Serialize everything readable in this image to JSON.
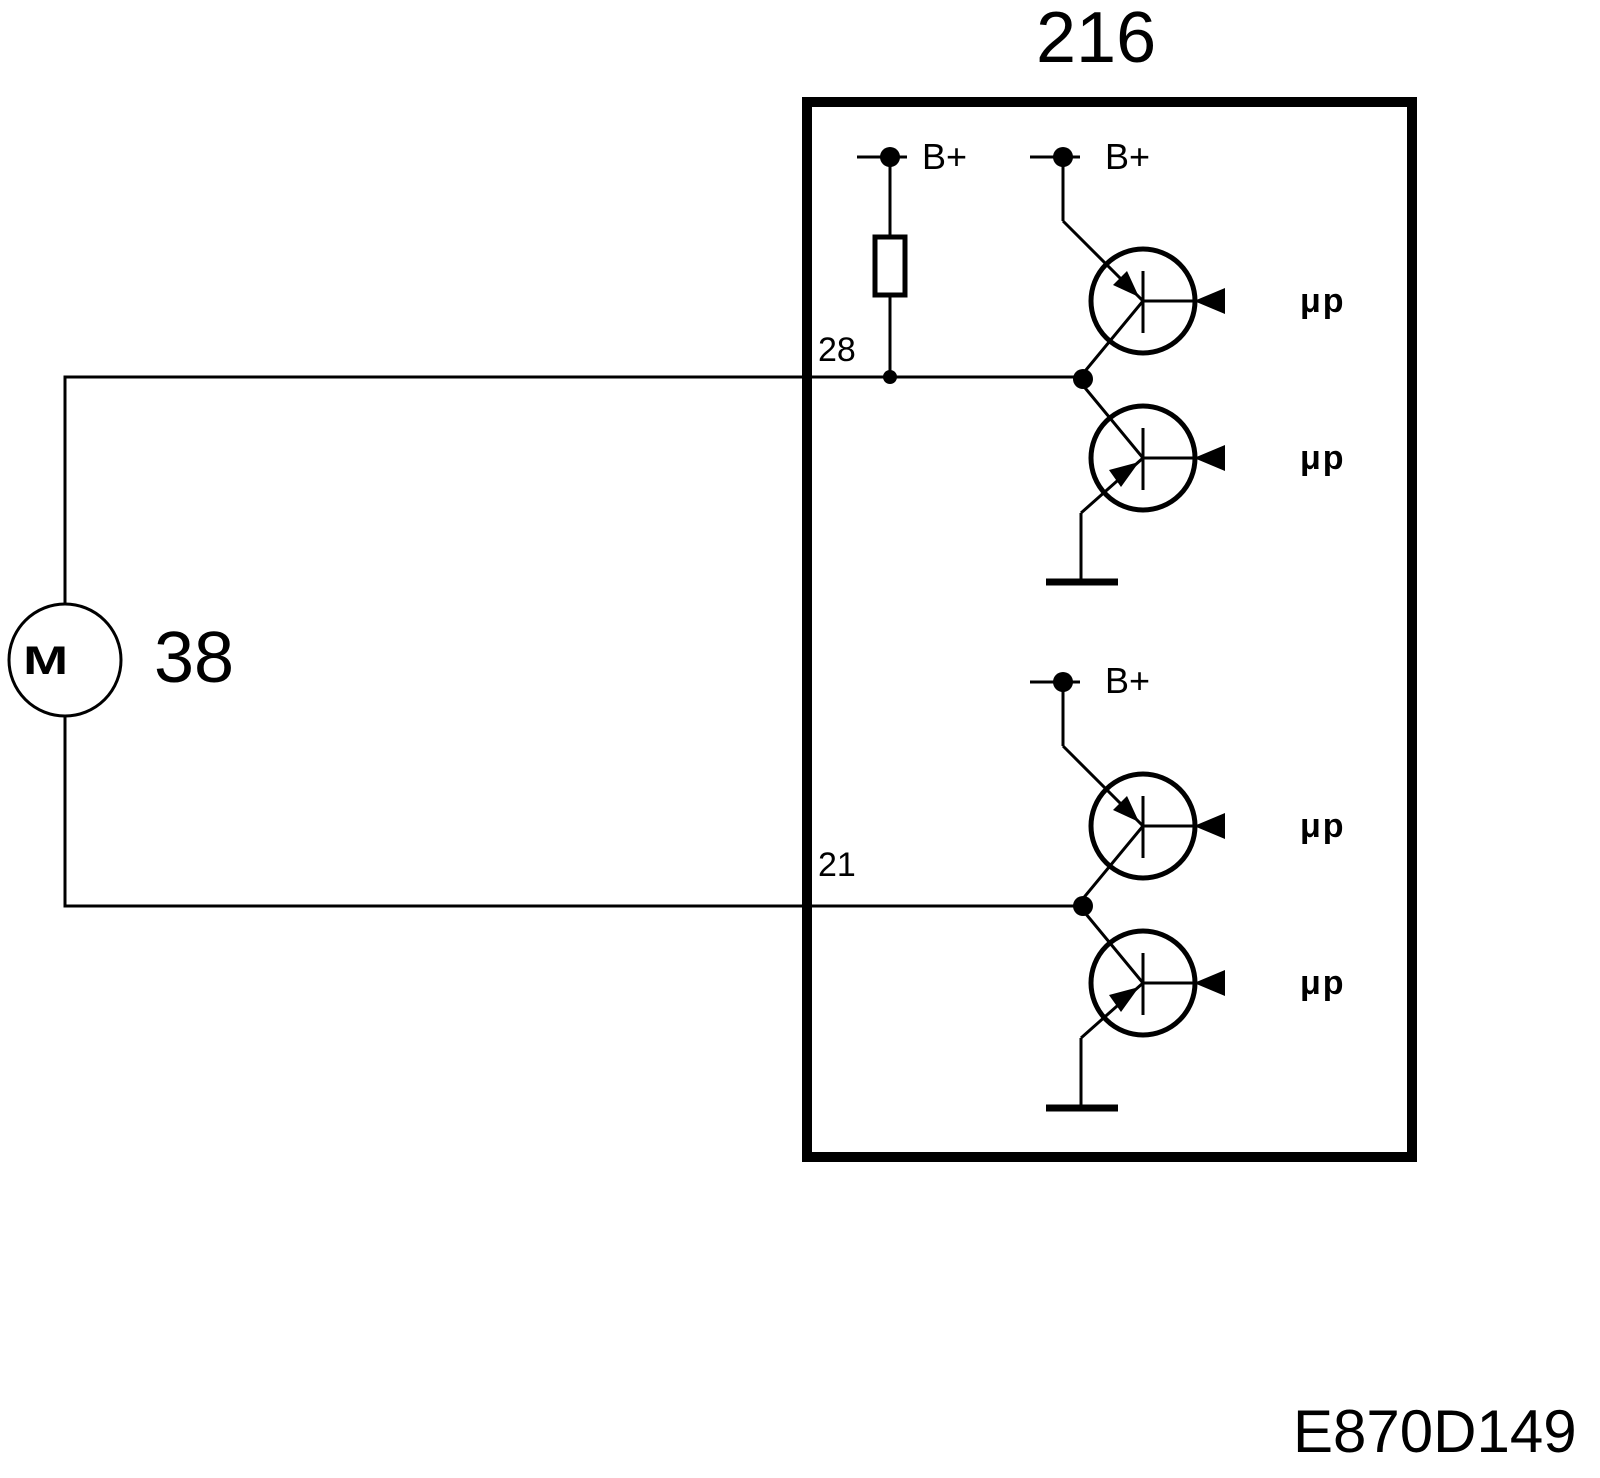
{
  "module_label": "216",
  "motor": {
    "label": "38",
    "symbol": "M"
  },
  "pins": {
    "top": "28",
    "bottom": "21"
  },
  "supply_label": "B+",
  "control_label": "μp",
  "figure_code": "E870D149"
}
